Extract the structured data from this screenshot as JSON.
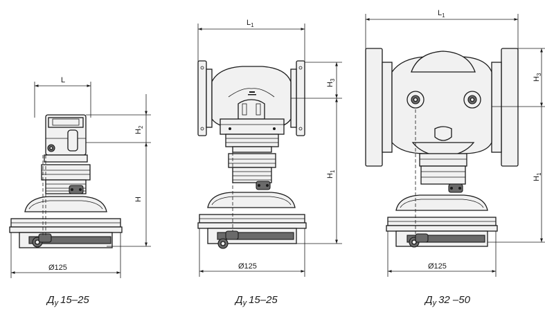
{
  "views": [
    {
      "caption": {
        "main": "Д",
        "sub": "у",
        "range": "15–25"
      },
      "dims": {
        "width_label": "L",
        "top_height_label": "H",
        "top_height_sub": "2",
        "height_label": "H",
        "diameter_label": "Ø125"
      }
    },
    {
      "caption": {
        "main": "Д",
        "sub": "у",
        "range": "15–25"
      },
      "dims": {
        "width_label": "L",
        "width_sub": "1",
        "top_height_label": "H",
        "top_height_sub": "3",
        "height_label": "H",
        "height_sub": "1",
        "diameter_label": "Ø125"
      }
    },
    {
      "caption": {
        "main": "Д",
        "sub": "у",
        "range": "32 –50"
      },
      "dims": {
        "width_label": "L",
        "width_sub": "1",
        "top_height_label": "H",
        "top_height_sub": "3",
        "height_label": "H",
        "height_sub": "1",
        "diameter_label": "Ø125"
      }
    }
  ],
  "colors": {
    "line": "#1a1a1a",
    "fill": "#f1f1f1",
    "dark": "#6a6a6a"
  }
}
